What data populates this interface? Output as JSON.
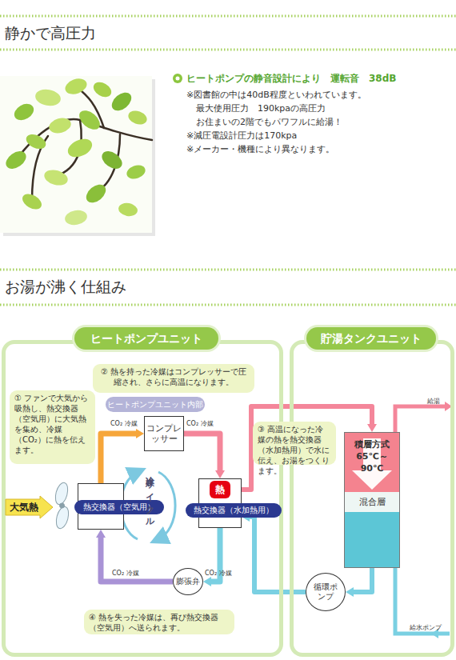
{
  "diagram": {
    "title": "お湯が沸く仕組み",
    "nodes": [
      {
        "text": [
          "ヒートポンプユニット"
        ]
      },
      {
        "text": [
          "貯湯タンクユニット"
        ]
      },
      {
        "text": [
          "② 熱を持った冷媒はコンプレッサーで圧縮され、さらに高温になります。"
        ],
        "in": 0
      },
      {
        "text": [
          "① ファンで大気から吸熱し、熱交換器（空気用）に大気熱を集め、冷媒（CO₂）に熱を伝えます。"
        ],
        "in": 0
      },
      {
        "text": [
          "ヒートポンプユニット内部"
        ],
        "in": 0
      },
      {
        "text": [
          "大気熱"
        ],
        "in": 0
      },
      {
        "text": [
          "コンプレッサー"
        ],
        "in": 0
      },
      {
        "text": [
          "熱交換器（空気用）"
        ],
        "in": 0
      },
      {
        "text": [
          "熱交換器（水加熱用）"
        ],
        "in": 0
      },
      {
        "text": [
          "熱"
        ],
        "in": 8
      },
      {
        "text": [
          "③ 高温になった冷媒の熱を熱交換器（水加熱用）で水に伝え、お湯をつくります。"
        ]
      },
      {
        "text": [
          "膨張弁"
        ],
        "in": 0
      },
      {
        "text": [
          "④ 熱を失った冷媒は、再び熱交換器（空気用）へ送られます。"
        ],
        "in": 0
      },
      {
        "text": [
          "積層方式 65℃～90℃"
        ],
        "in": 1
      },
      {
        "text": [
          "混合層"
        ],
        "in": 13
      },
      {
        "text": [
          "循環ポンプ"
        ],
        "in": 1
      }
    ],
    "edges": [
      {
        "from": 7,
        "to": 6,
        "arrow": "to"
      },
      {
        "from": 6,
        "to": 8,
        "arrow": "to"
      },
      {
        "from": 8,
        "to": 11,
        "arrow": "to"
      },
      {
        "from": 11,
        "to": 7,
        "arrow": "to"
      },
      {
        "from": 8,
        "to": 13,
        "arrow": "to"
      },
      {
        "from": 13,
        "to": 15,
        "arrow": "to"
      },
      {
        "from": 15,
        "to": 8,
        "arrow": "to"
      }
    ],
    "labels": [
      "静かで高圧力",
      "ヒートポンプの静音設計により　運転音　38dB",
      "※図書館の中は40dB程度といわれています。",
      "最大使用圧力　190kpaの高圧力",
      "お住まいの2階でもパワフルに給湯！",
      "※減圧電設計圧力は170kpa",
      "※メーカー・機種により異なります。",
      "CO₂ 冷媒",
      "CO₂ 冷媒",
      "冷媒サイクル",
      "CO₂ 冷媒",
      "CO₂ 冷媒",
      "給湯",
      "給水ポンプ"
    ]
  }
}
